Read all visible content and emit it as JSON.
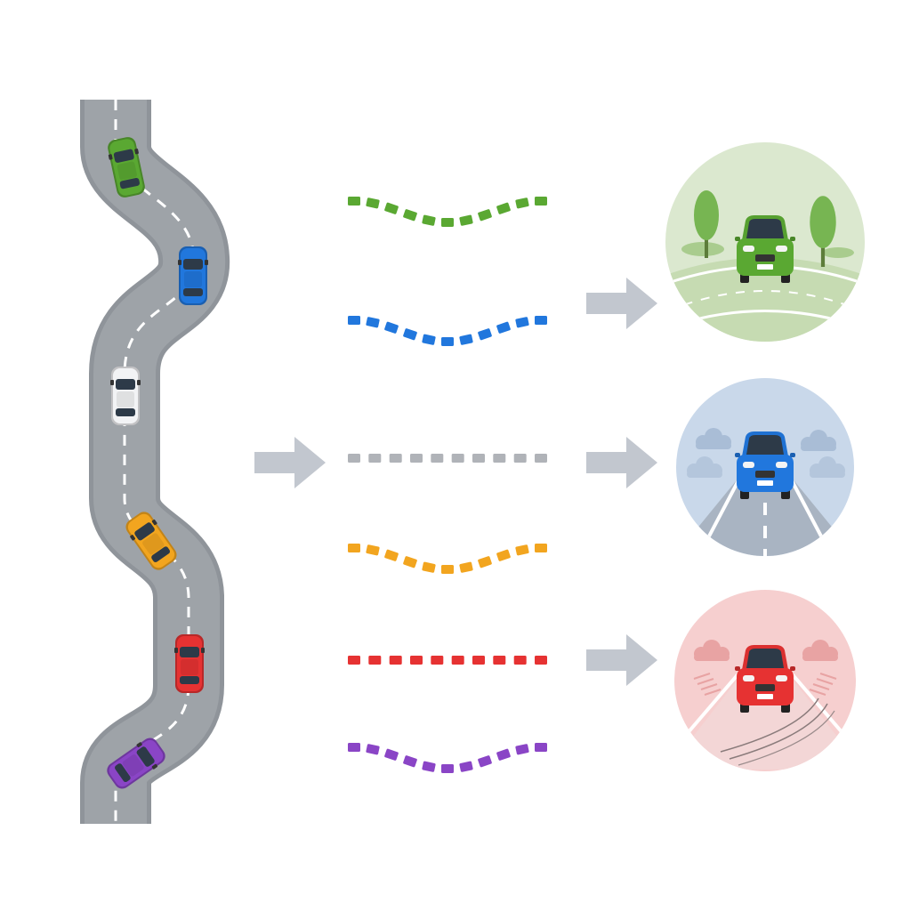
{
  "colors": {
    "background": "#ffffff",
    "road": "#9ea3a8",
    "road_edge": "#f4f4f4",
    "arrow": "#c2c7cf",
    "green": "#5aa832",
    "blue": "#2177dd",
    "white": "#f2f3f5",
    "orange": "#f2a51f",
    "red": "#e63232",
    "purple": "#8a45c6",
    "gray_dash": "#b0b3b8",
    "scene_green_bg": "#dbe8cf",
    "scene_blue_bg": "#c9d8ea",
    "scene_red_bg": "#f6cfcf"
  },
  "road_cars": [
    {
      "name": "green-car-icon",
      "color": "green"
    },
    {
      "name": "blue-car-icon",
      "color": "blue"
    },
    {
      "name": "white-car-icon",
      "color": "white"
    },
    {
      "name": "orange-car-icon",
      "color": "orange"
    },
    {
      "name": "red-car-icon",
      "color": "red"
    },
    {
      "name": "purple-car-icon",
      "color": "purple"
    }
  ],
  "trajectories": [
    {
      "name": "green-trajectory-line",
      "color": "green",
      "shape": "wavy"
    },
    {
      "name": "blue-trajectory-line",
      "color": "blue",
      "shape": "wavy"
    },
    {
      "name": "gray-trajectory-line",
      "color": "gray_dash",
      "shape": "straight"
    },
    {
      "name": "orange-trajectory-line",
      "color": "orange",
      "shape": "wavy"
    },
    {
      "name": "red-trajectory-line",
      "color": "red",
      "shape": "straight"
    },
    {
      "name": "purple-trajectory-line",
      "color": "purple",
      "shape": "wavy"
    }
  ],
  "scenes": [
    {
      "name": "green-calm-scene",
      "car_color": "green",
      "bg": "scene_green_bg",
      "theme": "trees-curved-road"
    },
    {
      "name": "blue-highway-scene",
      "car_color": "blue",
      "bg": "scene_blue_bg",
      "theme": "clouds-straight-highway"
    },
    {
      "name": "red-skid-scene",
      "car_color": "red",
      "bg": "scene_red_bg",
      "theme": "skid-marks"
    }
  ],
  "arrows": [
    {
      "name": "input-arrow-icon"
    },
    {
      "name": "green-output-arrow-icon"
    },
    {
      "name": "blue-output-arrow-icon"
    },
    {
      "name": "red-output-arrow-icon"
    }
  ]
}
